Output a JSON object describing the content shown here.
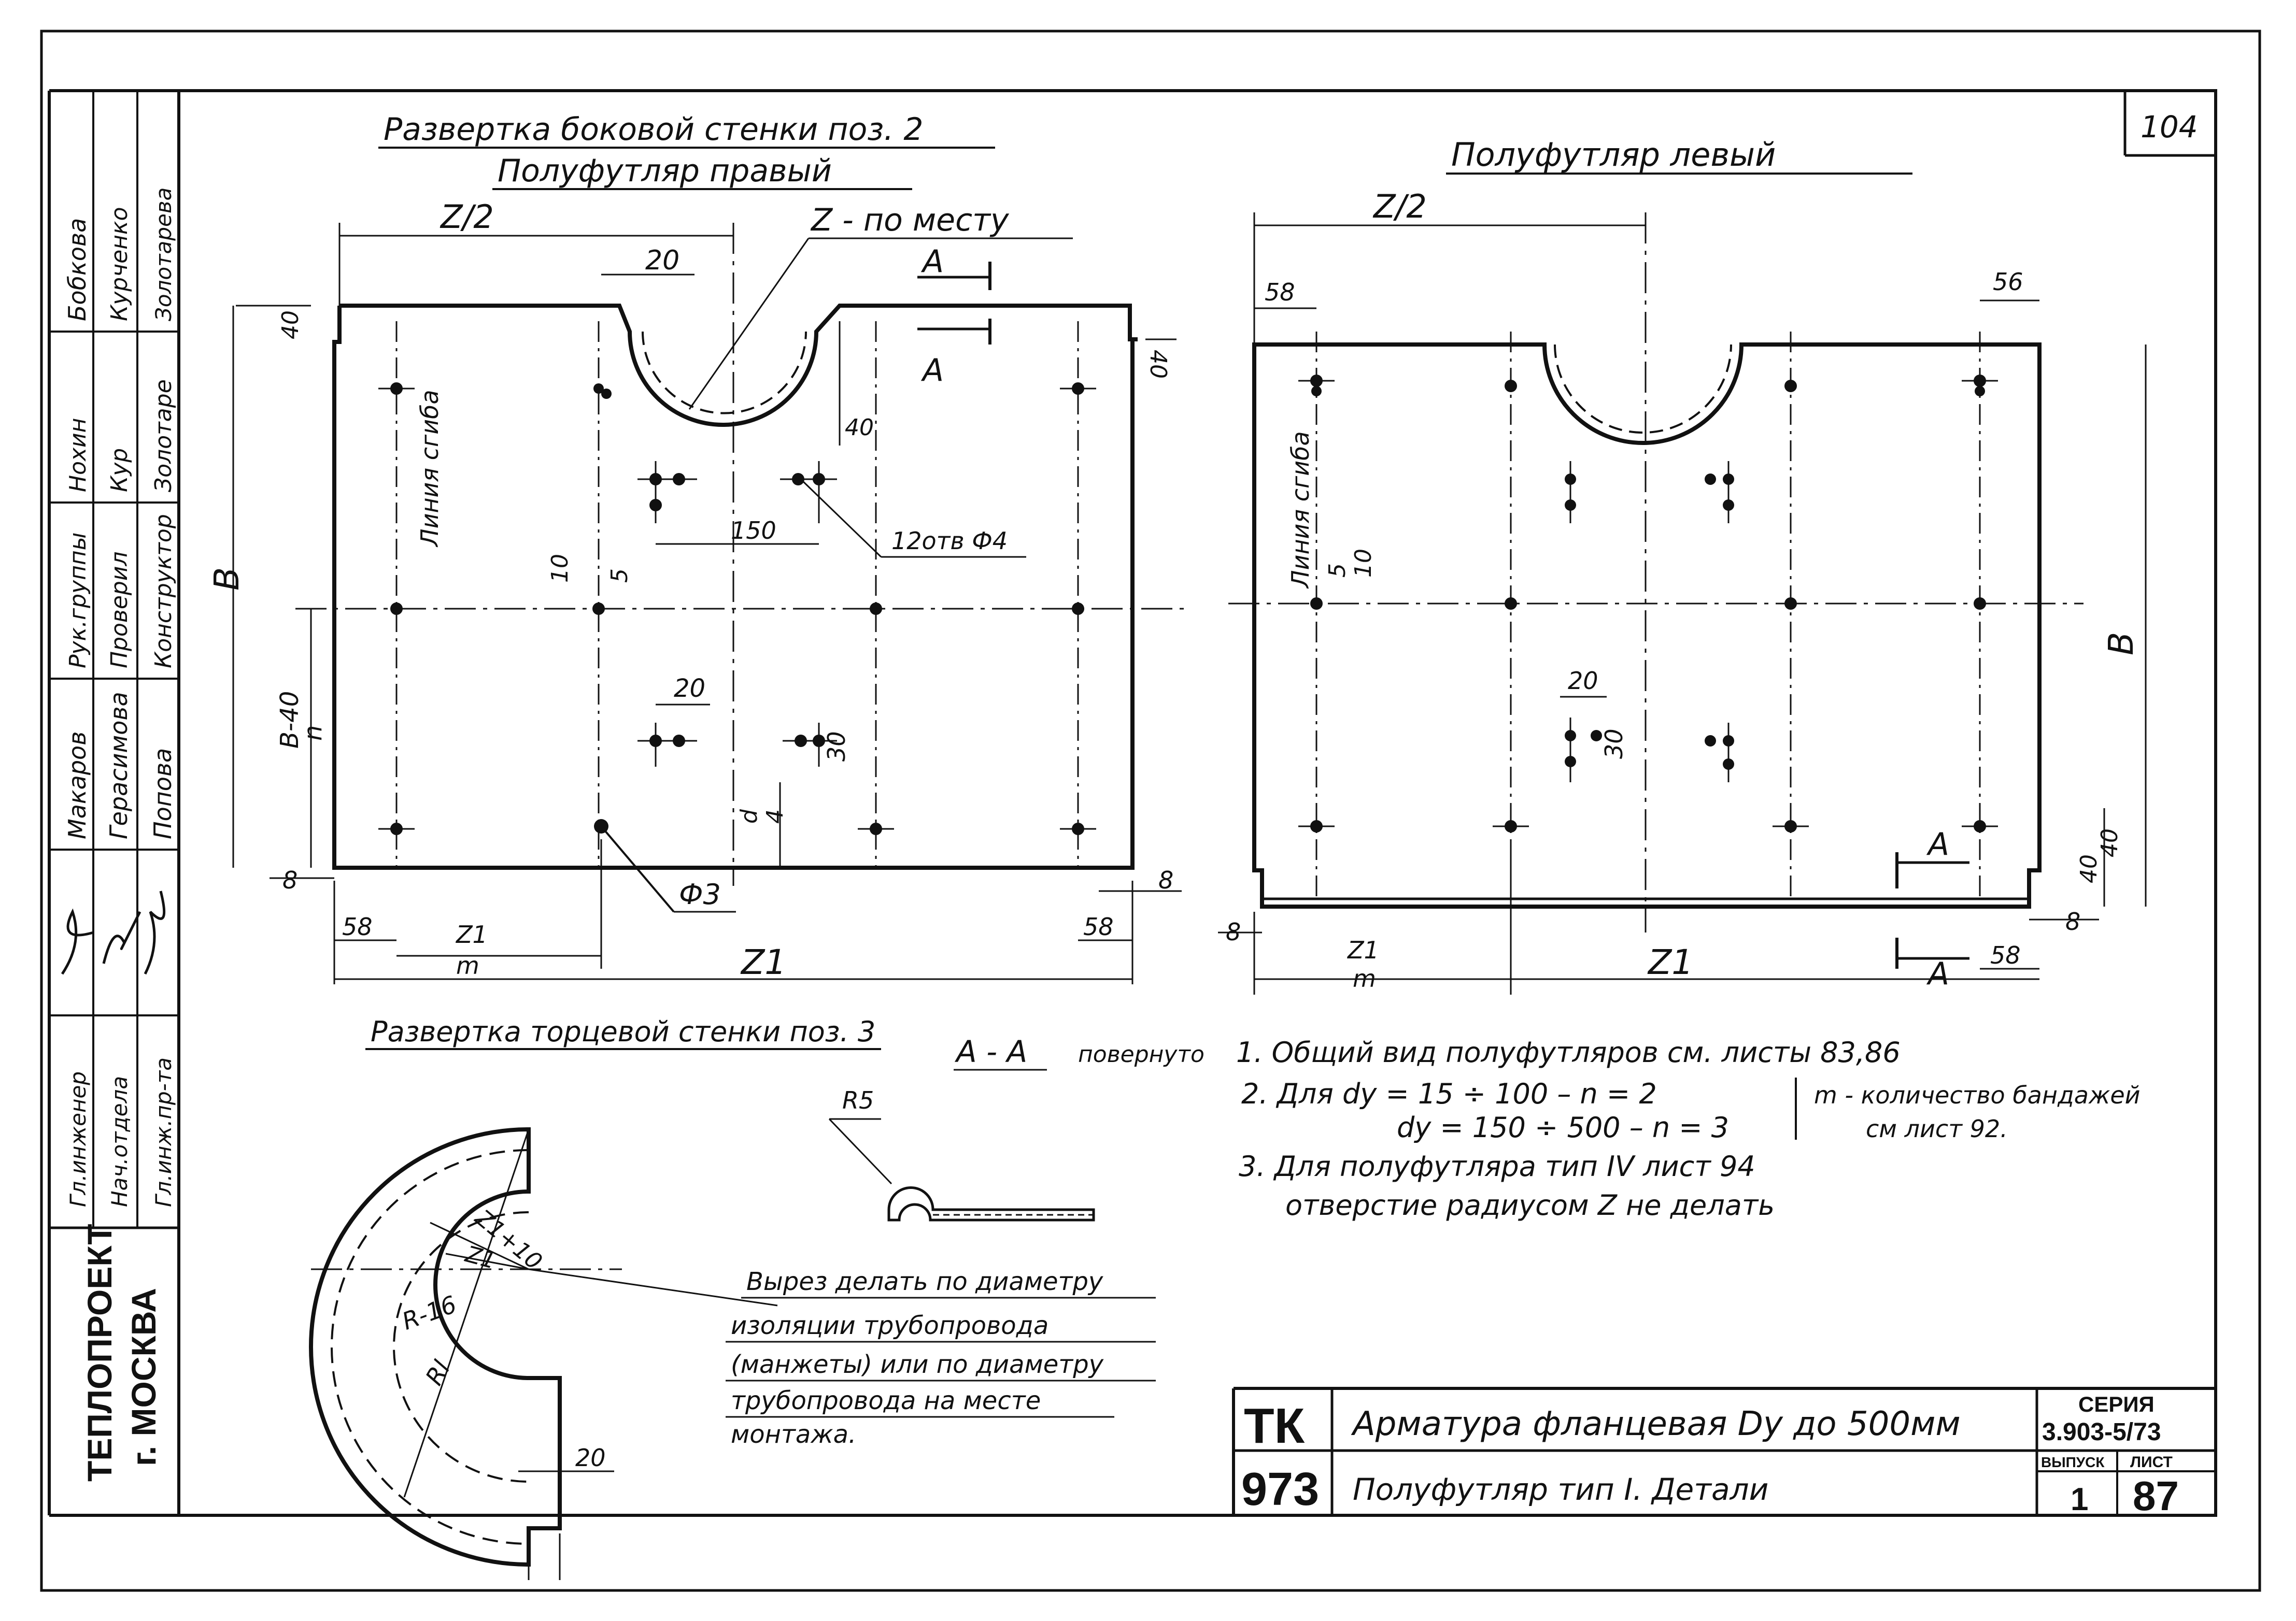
{
  "sheet_number": "104",
  "left_panel": {
    "title_main": "Развертка боковой стенки поз. 2",
    "title_sub": "Полуфутляр правый",
    "dim_half_width": "Z/2",
    "dim_local": "Z - по месту",
    "dim_20_top": "20",
    "dim_40_left": "40",
    "dim_40_right": "40",
    "dim_40_cut": "40",
    "section_mark": "А",
    "dim_150": "150",
    "holes_note": "12отв Ф4",
    "dim_10": "10",
    "dim_5": "5",
    "bend_line": "Линия сгиба",
    "dim_height": "В",
    "dim_pitch_num": "В-40",
    "dim_pitch_den": "n",
    "dim_20_mid": "20",
    "dim_30": "30",
    "dim_d4_num": "d",
    "dim_d4_den": "4",
    "dim_phi3": "Ф3",
    "dim_8_left": "8",
    "dim_8_right": "8",
    "dim_58_left": "58",
    "dim_58_right": "58",
    "dim_z1m_num": "Z1",
    "dim_z1m_den": "m",
    "dim_total": "Z1"
  },
  "right_panel": {
    "title": "Полуфутляр левый",
    "dim_half_width": "Z/2",
    "dim_58_left": "58",
    "dim_56_right": "56",
    "bend_line": "Линия сгиба",
    "dim_5": "5",
    "dim_10": "10",
    "dim_20": "20",
    "dim_30": "30",
    "dim_height": "В",
    "dim_40_a": "40",
    "dim_40_b": "40",
    "section_mark_top": "А",
    "section_mark_bottom": "А",
    "dim_8_left": "8",
    "dim_8_right": "8",
    "dim_58_bottom": "58",
    "dim_z1m_num": "Z1",
    "dim_z1m_den": "m",
    "dim_total": "Z1"
  },
  "bottom_left": {
    "title": "Развертка торцевой стенки поз. 3",
    "dim_r_plus": "Z1+10",
    "dim_r": "Z1",
    "dim_r16": "R-16",
    "dim_rl": "Rl",
    "dim_20": "20",
    "cut_note": [
      "Вырез делать по диаметру",
      "изоляции трубопровода",
      "(манжеты) или по диаметру",
      "трубопровода на месте",
      "монтажа."
    ]
  },
  "section_view": {
    "title": "А - А",
    "rotated": "повернуто",
    "radius": "R5"
  },
  "notes": [
    "1. Общий вид полуфутляров см. листы 83,86",
    "2. Для  dy = 15 ÷ 100   –  n = 2",
    "dy = 150 ÷ 500  –  n = 3",
    "m - количество бандажей",
    "см лист 92.",
    "3. Для полуфутляра тип IV лист 94",
    "отверстие радиусом Z не делать"
  ],
  "title_block": {
    "tk": "ТК",
    "code": "973",
    "name": "Арматура фланцевая Dy до 500мм",
    "subtitle": "Полуфутляр тип I. Детали",
    "series_label": "СЕРИЯ",
    "series_value": "3.903-5/73",
    "issue_label": "ВЫПУСК",
    "issue_value": "1",
    "sheet_label": "ЛИСТ",
    "sheet_value": "87"
  },
  "side_stamp": {
    "org_1": "ТЕПЛОПРОЕКТ",
    "org_2": "г. МОСКВА",
    "roles": [
      "Гл.инженер",
      "Нач.отдела",
      "Гл.инж.пр-та"
    ],
    "col_a": [
      "Макаров",
      "Герасимова",
      "Попова"
    ],
    "col_b": [
      "Рук.группы",
      "Проверил",
      "Конструктор"
    ],
    "col_c": [
      "Нохин",
      "Кур",
      "Золотаре"
    ],
    "col_d": [
      "Бобкова",
      "Курченко",
      "Золотарева"
    ]
  }
}
